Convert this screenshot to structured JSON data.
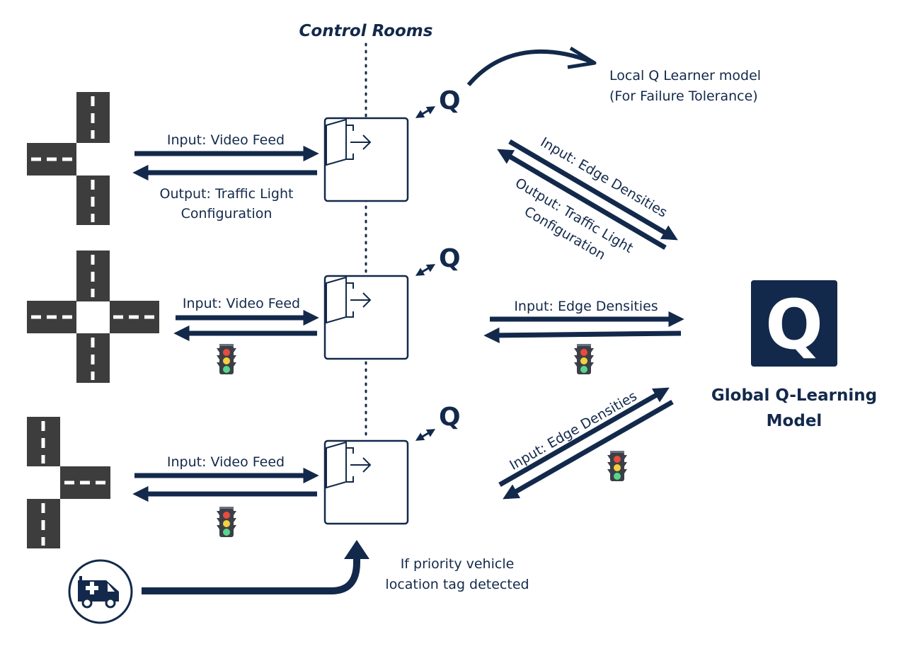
{
  "control_rooms_title": "Control Rooms",
  "local_model": {
    "line1": "Local Q Learner model",
    "line2": "(For Failure Tolerance)"
  },
  "q_symbol": "Q",
  "global_model": {
    "symbol": "Q",
    "line1": "Global Q-Learning",
    "line2": "Model"
  },
  "intersection_links": {
    "input_label": "Input: Video Feed",
    "output_line1": "Output: Traffic Light",
    "output_line2": "Configuration"
  },
  "global_links": {
    "input_label": "Input: Edge Densities",
    "output_line1": "Output: Traffic Light",
    "output_line2": "Configuration"
  },
  "priority_note": {
    "line1": "If priority vehicle",
    "line2": "location tag detected"
  },
  "colors": {
    "navy": "#13294b",
    "road": "#3d3d3d",
    "light_red": "#e74c3c",
    "light_yellow": "#f4d03f",
    "light_green": "#58d68d"
  },
  "icons": [
    "road-intersection-icon",
    "control-room-icon",
    "traffic-light-icon",
    "ambulance-icon",
    "q-logo-icon"
  ]
}
